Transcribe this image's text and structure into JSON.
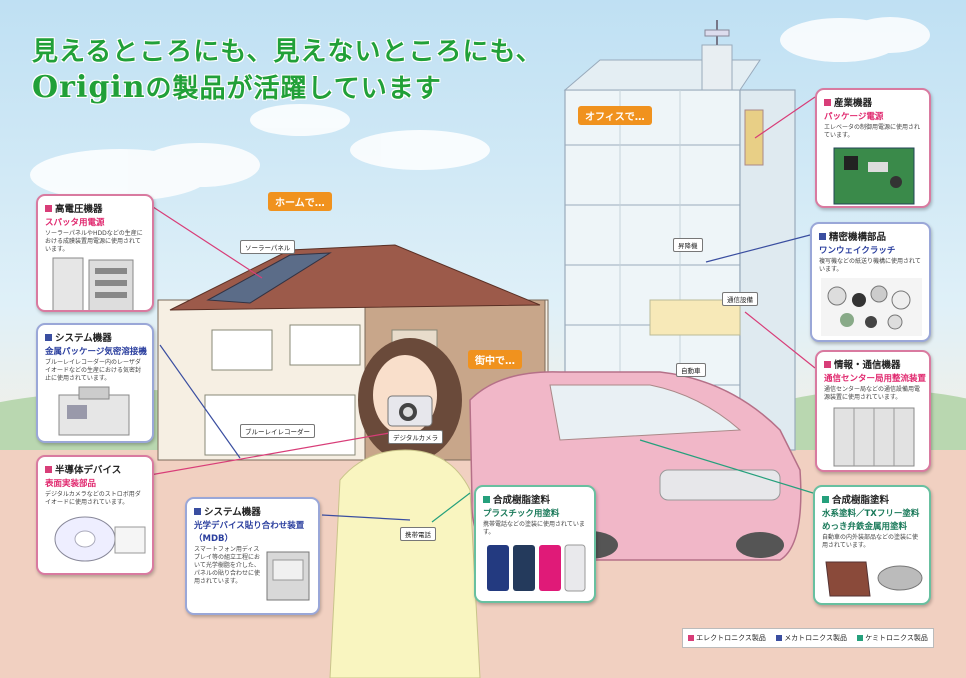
{
  "headline": {
    "line1": "見えるところにも、見えないところにも、",
    "brand": "Origin",
    "line2_rest": "の製品が活躍しています"
  },
  "places": {
    "home": "ホームで…",
    "office": "オフィスで…",
    "town": "街中で…"
  },
  "tags": {
    "solar_panel": "ソーラーパネル",
    "bluray": "ブルーレイレコーダー",
    "digital_camera": "デジタルカメラ",
    "mobile_phone": "携帯電話",
    "elevator": "昇降機",
    "comm_equipment": "通信設備",
    "vending": "自動車"
  },
  "callouts": {
    "high_voltage": {
      "category": "高電圧機器",
      "product": "スパッタ用電源",
      "desc": "ソーラーパネルやHDDなどの生産における成膜装置用電源に使用されています。"
    },
    "system_left": {
      "category": "システム機器",
      "product": "金属パッケージ気密溶接機",
      "desc": "ブルーレイレコーダー内のレーザダイオードなどの生産における気密封止に使用されています。"
    },
    "semiconductor": {
      "category": "半導体デバイス",
      "product": "表面実装部品",
      "desc": "デジタルカメラなどのストロボ用ダイオードに使用されています。"
    },
    "system_center": {
      "category": "システム機器",
      "product": "光学デバイス貼り合わせ装置",
      "product2": "（MDB）",
      "desc": "スマートフォン用ディスプレイ等の組立工程において光学樹脂を介した、パネルの貼り合わせに使用されています。"
    },
    "resin_coating_center": {
      "category": "合成樹脂塗料",
      "product": "プラスチック用塗料",
      "desc": "携帯電話などの塗装に使用されています。"
    },
    "industrial": {
      "category": "産業機器",
      "product": "パッケージ電源",
      "desc": "エレベータの制御用電源に使用されています。"
    },
    "precision": {
      "category": "精密機構部品",
      "product": "ワンウェイクラッチ",
      "desc": "複写機などの紙送り機構に使用されています。"
    },
    "telecom": {
      "category": "情報・通信機器",
      "product": "通信センター局用整流装置",
      "desc": "通信センター局などの通信設備用電源装置に使用されています。"
    },
    "resin_coating_right": {
      "category": "合成樹脂塗料",
      "product": "水系塗料／TXフリー塗料",
      "product2": "めっき弁鉄金属用塗料",
      "desc": "自動車の内外装部品などの塗装に使用されています。"
    }
  },
  "legend": {
    "electronics": "エレクトロニクス製品",
    "mechatronics": "メカトロニクス製品",
    "chemitronics": "ケミトロニクス製品"
  },
  "colors": {
    "electronics": "#d83d78",
    "mechatronics": "#3a4ea0",
    "chemitronics": "#25a07c",
    "headline": "#21a038",
    "place_label": "#f0921e"
  }
}
